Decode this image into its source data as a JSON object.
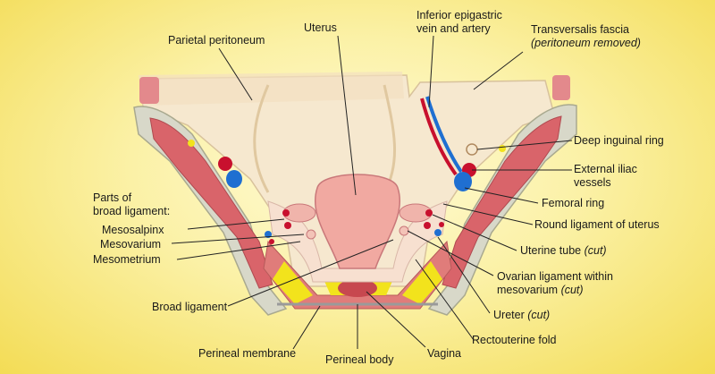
{
  "labels": {
    "parietal_peritoneum": "Parietal peritoneum",
    "uterus": "Uterus",
    "inferior_epigastric_line1": "Inferior epigastric",
    "inferior_epigastric_line2": "vein and artery",
    "transversalis_line1": "Transversalis fascia",
    "transversalis_line2": "(peritoneum removed)",
    "deep_inguinal_ring": "Deep inguinal ring",
    "external_iliac_line1": "External iliac",
    "external_iliac_line2": "vessels",
    "femoral_ring": "Femoral ring",
    "round_ligament": "Round ligament of uterus",
    "uterine_tube": "Uterine tube",
    "uterine_tube_note": "(cut)",
    "ovarian_ligament_line1": "Ovarian ligament within",
    "ovarian_ligament_line2": "mesovarium",
    "ovarian_ligament_note": "(cut)",
    "ureter": "Ureter",
    "ureter_note": "(cut)",
    "rectouterine_fold": "Rectouterine fold",
    "vagina": "Vagina",
    "perineal_body": "Perineal body",
    "perineal_membrane": "Perineal membrane",
    "broad_ligament": "Broad ligament",
    "parts_line1": "Parts of",
    "parts_line2": "broad ligament:",
    "mesosalpinx": "Mesosalpinx",
    "mesovarium": "Mesovarium",
    "mesometrium": "Mesometrium"
  },
  "colors": {
    "background_center": "#fffbd8",
    "background_edge": "#f3dc55",
    "peritoneum": "#f6e8cf",
    "muscle": "#d9646a",
    "bone": "#d8d8c9",
    "uterus": "#f1a9a1",
    "artery": "#c8102e",
    "vein": "#1f6fd1",
    "fat": "#f2e31c"
  }
}
